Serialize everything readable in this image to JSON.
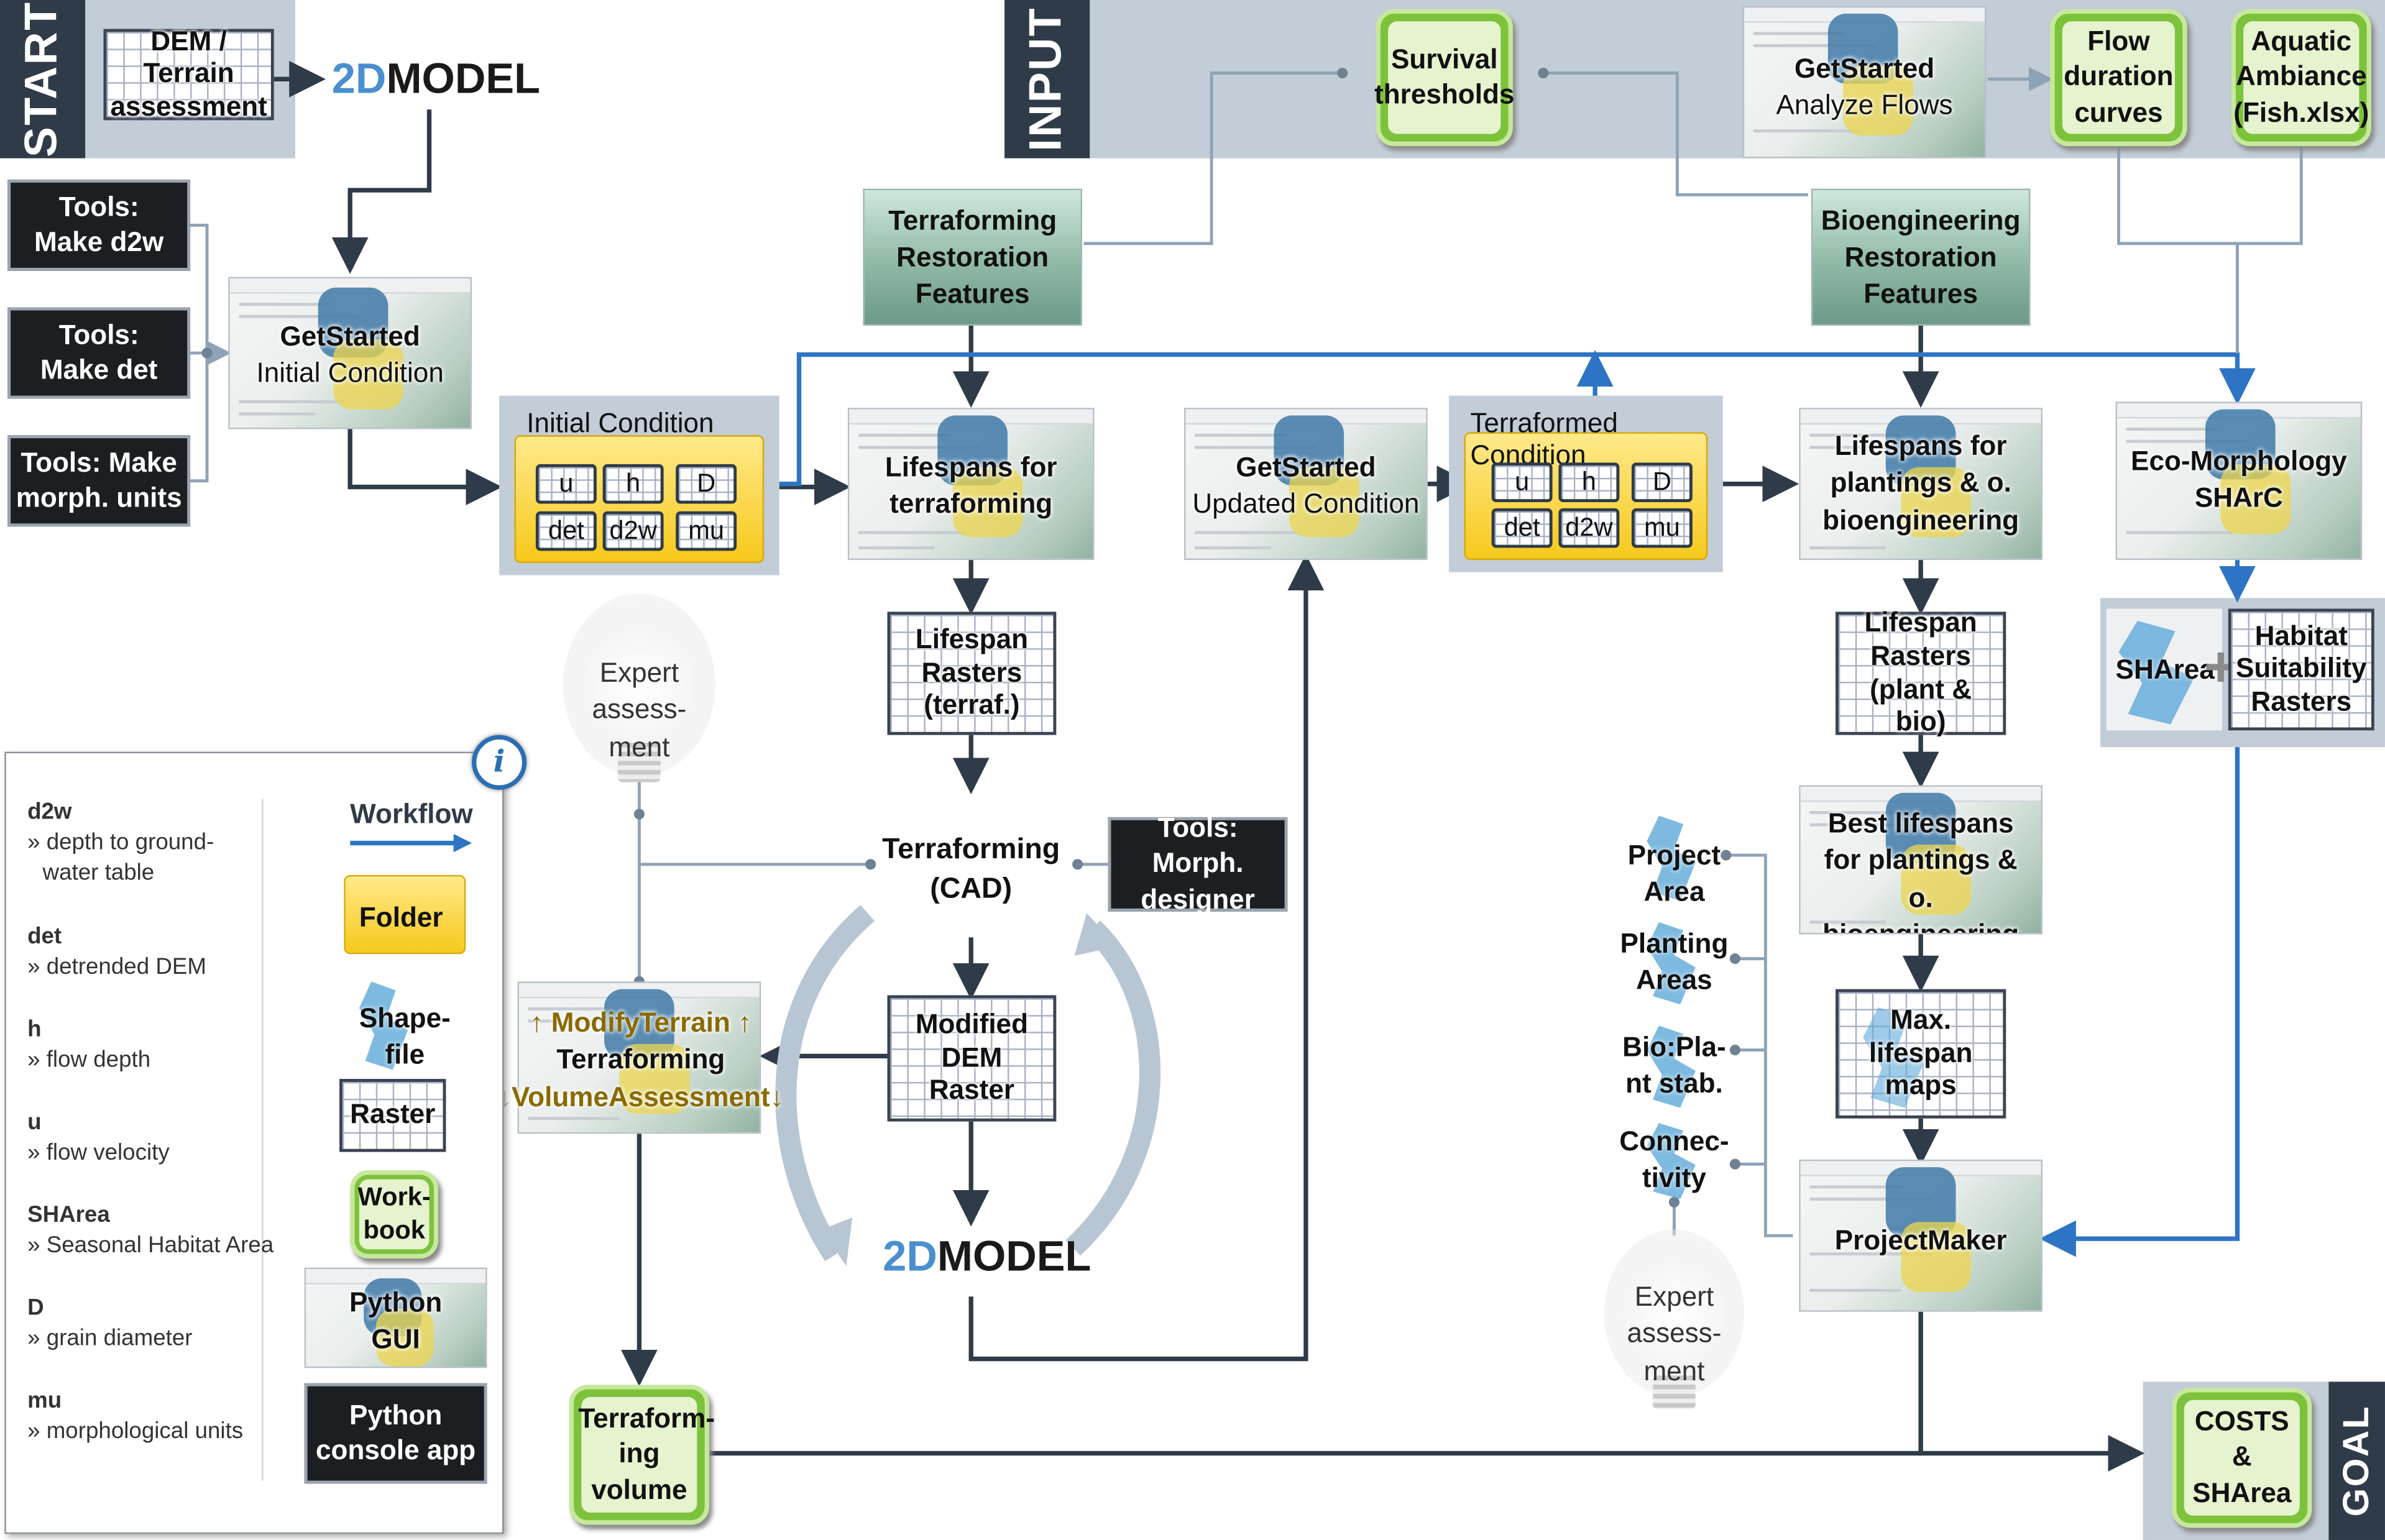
{
  "start": {
    "label": "START",
    "dem_label": "DEM / Terrain assessment",
    "model_label": {
      "prefix": "2D",
      "suffix": "MODEL"
    }
  },
  "input": {
    "label": "INPUT",
    "survival": "Survival thresholds",
    "getstarted_analyze": {
      "bold": "GetStarted",
      "normal": "Analyze Flows"
    },
    "flow_duration": "Flow duration curves",
    "aquatic": "Aquatic Ambiance (Fish.xlsx)"
  },
  "tools": {
    "d2w": "Tools: Make d2w",
    "det": "Tools: Make det",
    "morph": "Tools: Make morph. units",
    "designer": "Tools: Morph. designer"
  },
  "getstarted_initial": {
    "bold": "GetStarted",
    "normal": "Initial Condition"
  },
  "initial_condition": {
    "title": "Initial Condition",
    "cells": [
      "u",
      "h",
      "D",
      "det",
      "d2w",
      "mu"
    ]
  },
  "terraforming_features": "Terraforming Restoration Features",
  "bioengineering_features": "Bioengineering Restoration Features",
  "lifespans_terra": "Lifespans for terraforming",
  "getstarted_updated": {
    "bold": "GetStarted",
    "normal": "Updated Condition"
  },
  "terraformed_condition": {
    "title": "Terraformed Condition",
    "cells": [
      "u",
      "h",
      "D",
      "det",
      "d2w",
      "mu"
    ]
  },
  "lifespans_plant": "Lifespans for plantings & o. bioengineering",
  "ecomorph": "Eco-Morphology SHArC",
  "lifespan_rasters_terra": "Lifespan Rasters (terraf.)",
  "lifespan_rasters_plant": "Lifespan Rasters (plant & bio)",
  "sharea_label": "SHArea",
  "habitat_rasters": "Habitat Suitability Rasters",
  "expert": "Expert assess-ment",
  "terraforming_cad": "Terraforming (CAD)",
  "modified_dem": "Modified DEM Raster",
  "modifyterrain": {
    "line1": "↑ ModifyTerrain ↑",
    "line2": "Terraforming",
    "line3": "↓VolumeAssessment↓"
  },
  "model2d": {
    "prefix": "2D",
    "suffix": "MODEL"
  },
  "best_lifespans": "Best lifespans for plantings & o. bioengineering",
  "max_lifespan": "Max. lifespan maps",
  "projectmaker": "ProjectMaker",
  "shapes": {
    "project": "Project Area",
    "planting": "Planting Areas",
    "bioplant": "Bio:Pla-nt stab.",
    "connectivity": "Connec-tivity"
  },
  "terraforming_volume": "Terraform-ing volume",
  "goal": {
    "label": "GOAL",
    "costs": "COSTS & SHArea"
  },
  "legend": {
    "entries": [
      {
        "key": "d2w",
        "val": "» depth to ground-",
        "val2": "water table"
      },
      {
        "key": "det",
        "val": "» detrended DEM",
        "val2": ""
      },
      {
        "key": "h",
        "val": "» flow depth",
        "val2": ""
      },
      {
        "key": "u",
        "val": "» flow velocity",
        "val2": ""
      },
      {
        "key": "SHArea",
        "val": "» Seasonal Habitat Area",
        "val2": ""
      },
      {
        "key": "D",
        "val": "» grain diameter",
        "val2": ""
      },
      {
        "key": "mu",
        "val": "» morphological units",
        "val2": ""
      }
    ],
    "info_icon": "i",
    "workflow": "Workflow",
    "folder": "Folder",
    "shapefile": "Shape-file",
    "raster": "Raster",
    "workbook": "Work-book",
    "python_gui": "Python GUI app",
    "python_console": "Python console app"
  },
  "colors": {
    "band": "#c3cdd7",
    "dark_label": "#2f3b48",
    "blue_arrow": "#2d74c4",
    "gray_line": "#8fa3b6",
    "dark_arrow": "#2f3b48",
    "workbook_green": "#7dc23b",
    "folder_yellow": "#f7c91c",
    "model_blue": "#4a8fd0"
  },
  "icons": [
    "python-logo-icon",
    "lightbulb-icon",
    "info-icon",
    "shapefile-icon",
    "workbook-icon",
    "folder-icon",
    "raster-grid-icon",
    "plus-icon"
  ]
}
